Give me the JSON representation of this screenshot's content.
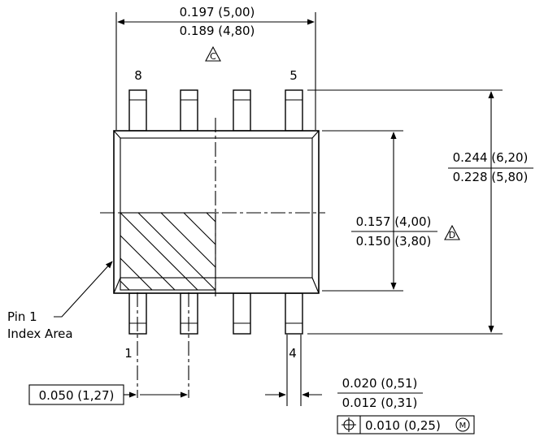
{
  "pins": {
    "pin8": "8",
    "pin5": "5",
    "pin1": "1",
    "pin4": "4"
  },
  "width_dim": {
    "max": "0.197 (5,00)",
    "min": "0.189 (4,80)",
    "datum": "C"
  },
  "overall_height_dim": {
    "max": "0.244 (6,20)",
    "min": "0.228 (5,80)"
  },
  "body_height_dim": {
    "max": "0.157 (4,00)",
    "min": "0.150 (3,80)",
    "datum": "D"
  },
  "pitch_dim": {
    "value": "0.050 (1,27)"
  },
  "lead_width_dim": {
    "max": "0.020 (0,51)",
    "min": "0.012 (0,31)"
  },
  "position_tolerance": {
    "symbol": "position-icon",
    "value": "0.010 (0,25)",
    "modifier": "M"
  },
  "index_label": {
    "line1": "Pin 1",
    "line2": "Index Area"
  }
}
